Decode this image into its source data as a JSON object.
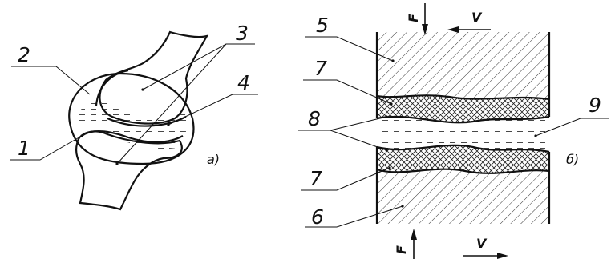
{
  "joint": {
    "labels": {
      "n1": "1",
      "n2": "2",
      "n3": "3",
      "n4": "4"
    },
    "caption": "а)"
  },
  "model": {
    "labels": {
      "n5": "5",
      "n6": "6",
      "n7_top": "7",
      "n7_bottom": "7",
      "n8": "8",
      "n9": "9"
    },
    "force_top": "F",
    "velocity_top": "V",
    "force_bottom": "F",
    "velocity_bottom": "V",
    "caption": "б)"
  }
}
